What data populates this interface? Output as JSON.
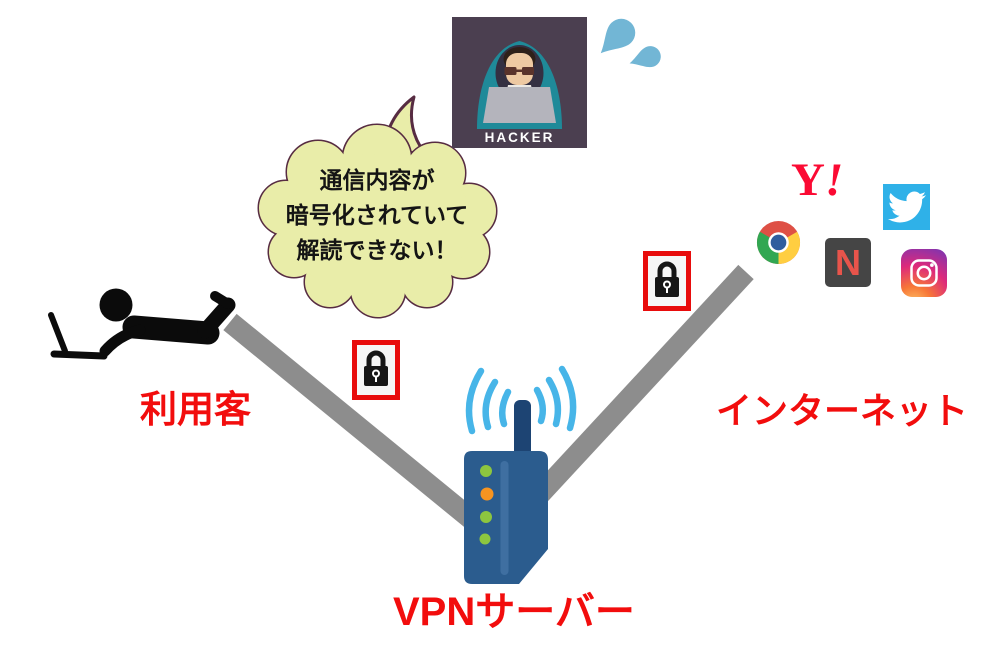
{
  "labels": {
    "user": "利用客",
    "vpn_server": "VPNサーバー",
    "internet": "インターネット"
  },
  "speech_bubble": {
    "lines": [
      "通信内容が",
      "暗号化されていて",
      "解読できない！"
    ],
    "fill_color": "#e9eda9",
    "outline_color": "#572c42"
  },
  "hacker": {
    "caption": "HACKER",
    "bg_color": "#4b3f50"
  },
  "services": {
    "yahoo": {
      "y": "Y",
      "exclaim": "!",
      "color": "#fb0a33"
    },
    "netflix": {
      "letter": "N",
      "bg_color": "#454545",
      "letter_color": "#e8544b"
    },
    "twitter": {
      "bg_color": "#2fb1e8"
    }
  },
  "icons": {
    "hacker": "hacker-avatar-icon",
    "sweat": "sweat-drops-icon",
    "person": "person-with-laptop-icon",
    "lock": "padlock-icon",
    "router": "vpn-router-icon",
    "wifi": "wifi-waves-icon",
    "chrome": "chrome-icon",
    "twitter": "twitter-bird-icon",
    "instagram": "instagram-camera-icon"
  },
  "colors": {
    "label_red": "#f20d0d",
    "connection_line_gray": "#8d8d8d",
    "lock_border_red": "#e80c0c",
    "router_blue": "#2b5c8e",
    "wifi_blue": "#47b5e8",
    "sweat_drop_blue": "#72b6d5"
  }
}
